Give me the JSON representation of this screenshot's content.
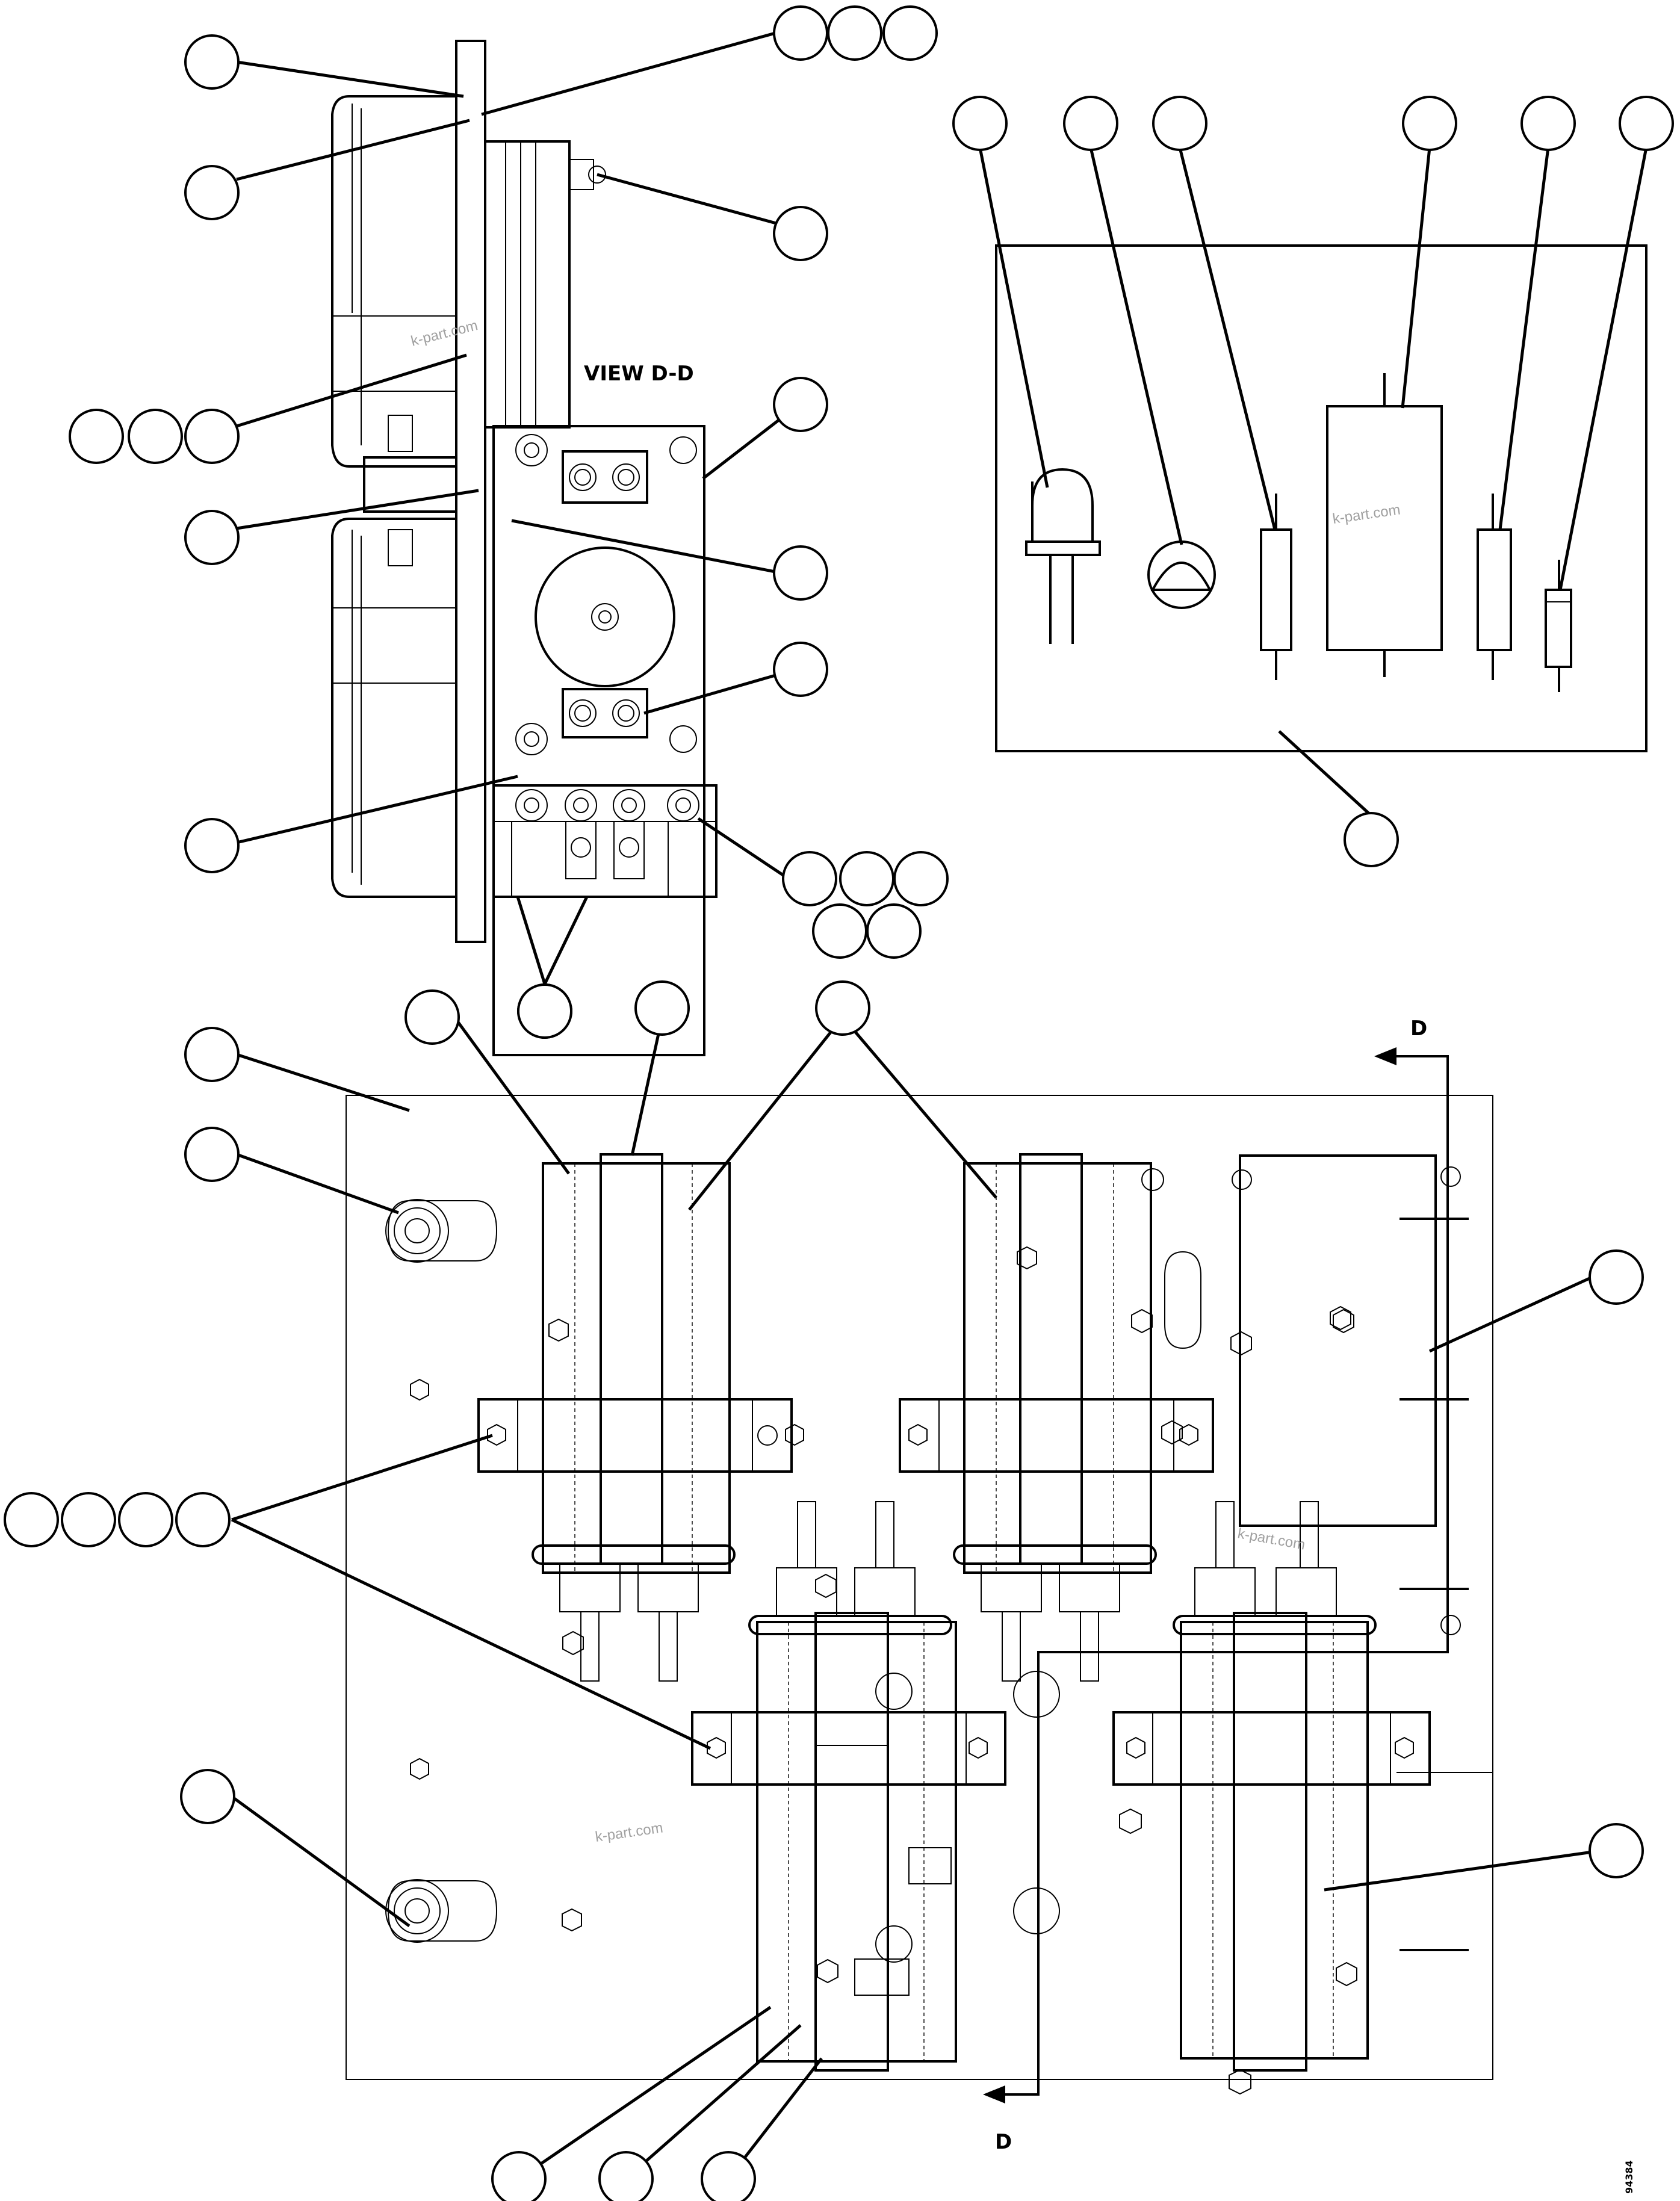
{
  "view_label": "VIEW D-D",
  "section_marker": "D",
  "drawing_code": "94384",
  "watermark": "k-part.com"
}
